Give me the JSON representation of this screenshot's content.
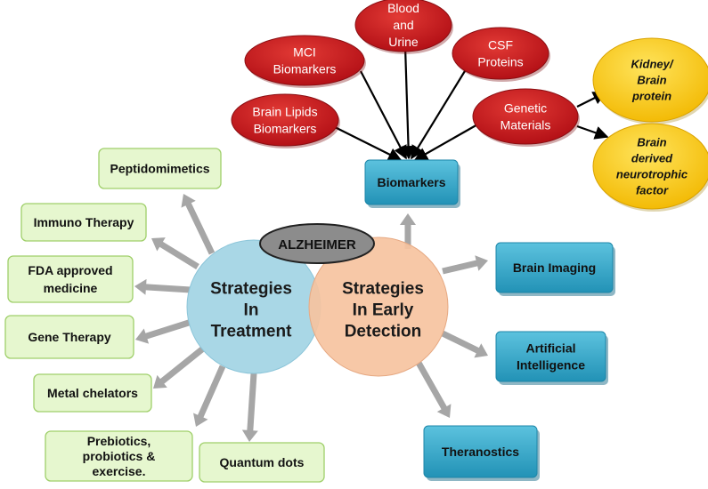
{
  "center": {
    "title": "ALZHEIMER",
    "treatment": [
      "Strategies",
      "In",
      "Treatment"
    ],
    "detection": [
      "Strategies",
      "In Early",
      "Detection"
    ]
  },
  "treatment_boxes": {
    "peptidomimetics": [
      "Peptidomimetics"
    ],
    "immuno": [
      "Immuno Therapy"
    ],
    "fda": [
      "FDA  approved",
      "medicine"
    ],
    "gene": [
      "Gene Therapy"
    ],
    "metal": [
      "Metal chelators"
    ],
    "prebiotics": [
      "Prebiotics,",
      "probiotics &",
      "exercise."
    ],
    "quantum": [
      "Quantum dots"
    ]
  },
  "detection_boxes": {
    "biomarkers": [
      "Biomarkers"
    ],
    "imaging": [
      "Brain Imaging"
    ],
    "ai": [
      "Artificial",
      "Intelligence"
    ],
    "theranostics": [
      "Theranostics"
    ]
  },
  "biomarker_ovals": {
    "blood": [
      "Blood",
      "and",
      "Urine"
    ],
    "mci": [
      "MCI",
      "Biomarkers"
    ],
    "csf": [
      "CSF",
      "Proteins"
    ],
    "lipids": [
      "Brain Lipids",
      "Biomarkers"
    ],
    "genetic": [
      "Genetic",
      "Materials"
    ]
  },
  "genetic_ovals": {
    "kidney": [
      "Kidney/",
      "Brain",
      "protein"
    ],
    "bdnf": [
      "Brain",
      "derived",
      "neurotrophic",
      "factor"
    ]
  },
  "colors": {
    "treatment_box_fill": "#e6f7cf",
    "treatment_box_stroke": "#9fcf6a",
    "detection_box_fill": "#2fa3c6",
    "red_oval": "#c8141b",
    "yellow_oval": "#f7c400",
    "treatment_circle": "#a9d7e6",
    "detection_circle": "#f6c3a0",
    "gray_arrow": "#a6a6a6"
  }
}
